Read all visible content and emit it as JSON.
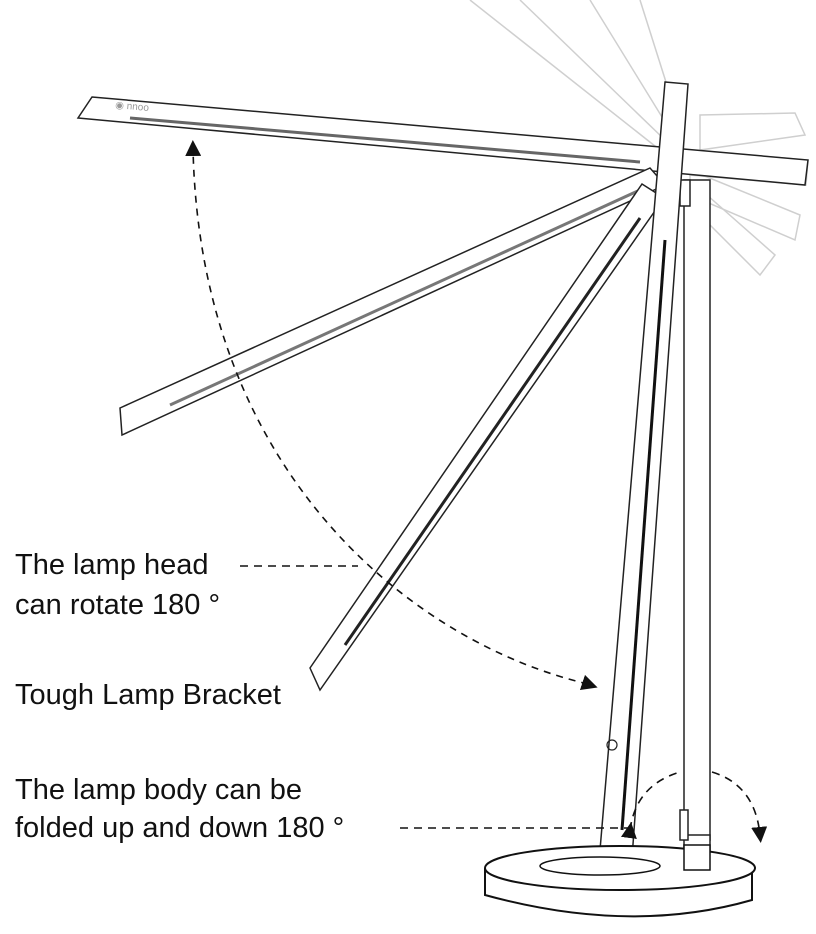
{
  "labels": {
    "head_rotate_line1": "The lamp head",
    "head_rotate_line2": "can rotate 180 °",
    "bracket": "Tough Lamp Bracket",
    "body_fold_line1": "The lamp body can be",
    "body_fold_line2": "folded up and down 180 °"
  },
  "logo_text": "nnoo",
  "colors": {
    "line": "#111111",
    "ghost": "#c8c8c8",
    "led": "#555555"
  }
}
